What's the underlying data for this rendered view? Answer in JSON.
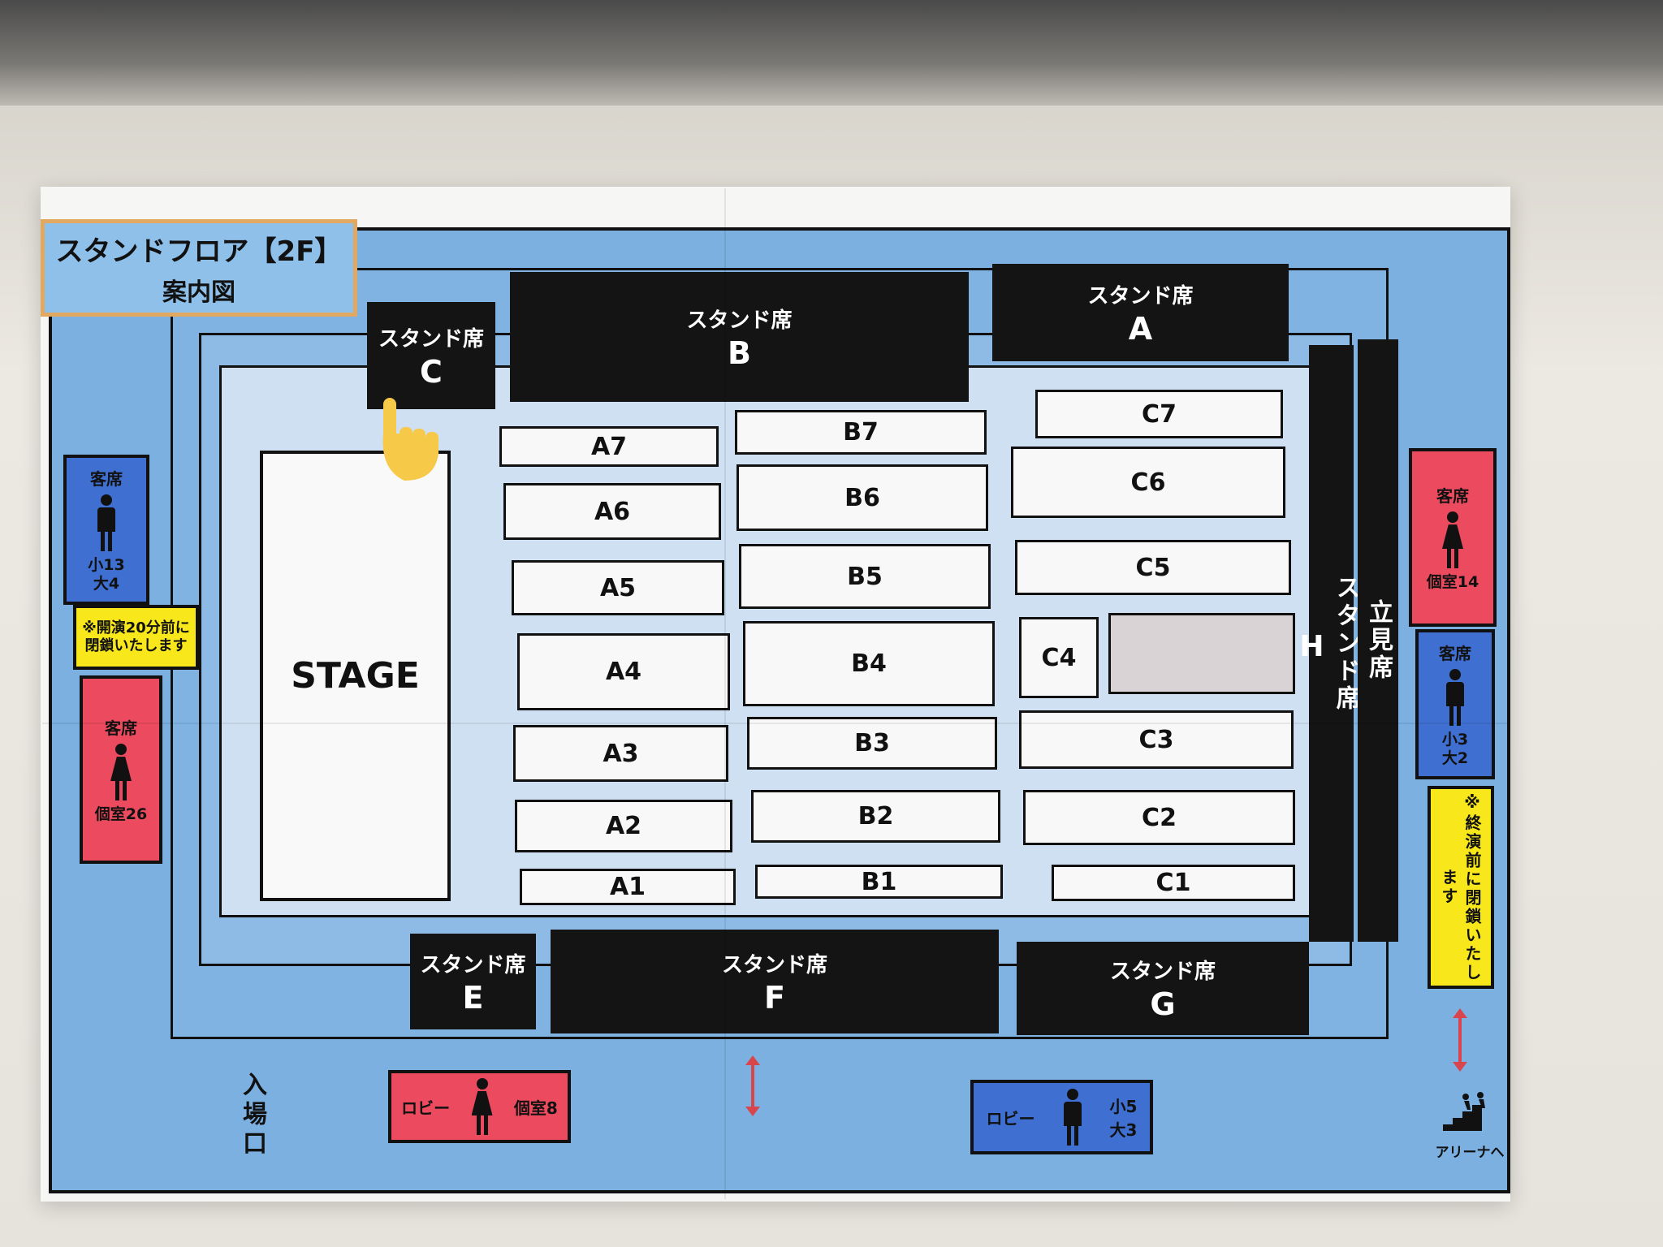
{
  "title": {
    "main": "スタンドフロア【2F】",
    "sub": "案内図"
  },
  "stands": {
    "a": {
      "label": "スタンド席",
      "letter": "A"
    },
    "b": {
      "label": "スタンド席",
      "letter": "B"
    },
    "c": {
      "label": "スタンド席",
      "letter": "C"
    },
    "e": {
      "label": "スタンド席",
      "letter": "E"
    },
    "f": {
      "label": "スタンド席",
      "letter": "F"
    },
    "g": {
      "label": "スタンド席",
      "letter": "G"
    },
    "h": {
      "label": "スタンド席",
      "letter": "H"
    },
    "standing": {
      "label": "立見席"
    }
  },
  "stage": "STAGE",
  "blocks": {
    "a": [
      "A7",
      "A6",
      "A5",
      "A4",
      "A3",
      "A2",
      "A1"
    ],
    "b": [
      "B7",
      "B6",
      "B5",
      "B4",
      "B3",
      "B2",
      "B1"
    ],
    "c": [
      "C7",
      "C6",
      "C5",
      "C4",
      "C3",
      "C2",
      "C1"
    ]
  },
  "restrooms": {
    "left_men": {
      "title": "客席",
      "small": "小13",
      "large": "大4"
    },
    "left_women": {
      "title": "客席",
      "rooms": "個室26"
    },
    "right_women": {
      "title": "客席",
      "rooms": "個室14"
    },
    "right_men": {
      "title": "客席",
      "small": "小3",
      "large": "大2"
    }
  },
  "notices": {
    "left": "※開演20分前に閉鎖いたします",
    "right": "※終演前に閉鎖いたします"
  },
  "lobbies": {
    "women": {
      "label": "ロビー",
      "rooms": "個室8"
    },
    "men": {
      "label": "ロビー",
      "small": "小5",
      "large": "大3"
    }
  },
  "entrance": "入場口",
  "arena": "アリーナへ",
  "colors": {
    "map_blue": "#7bb0e0",
    "stand_black": "#141414",
    "men_blue": "#3f6fd0",
    "women_red": "#ec4a5e",
    "notice_yellow": "#f7e71b"
  }
}
